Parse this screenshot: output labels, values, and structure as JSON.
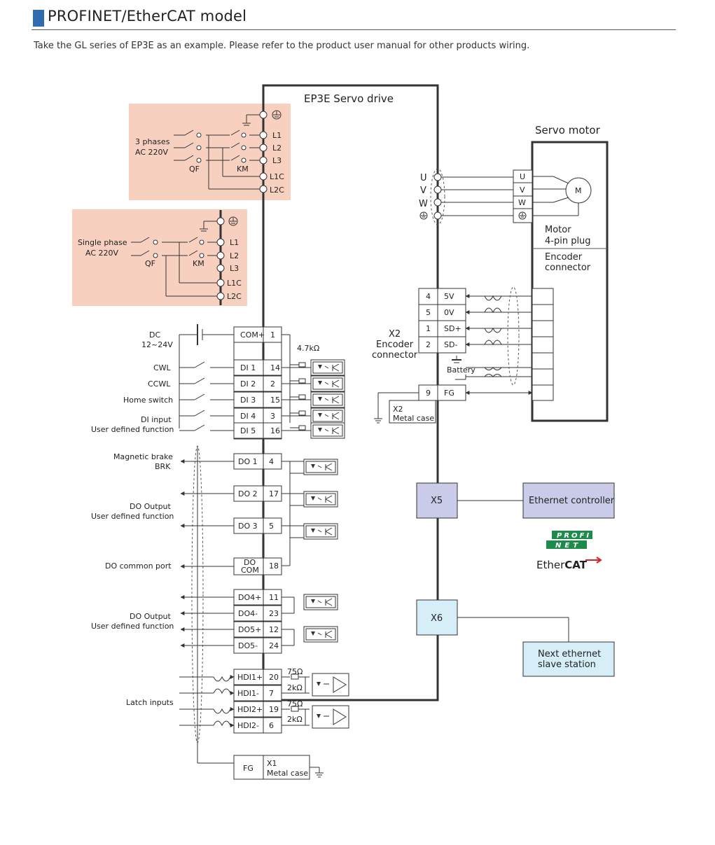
{
  "header": {
    "title": "PROFINET/EtherCAT model",
    "subtitle": "Take the GL series of EP3E as an example. Please refer to the product user manual for other products wiring."
  },
  "colors": {
    "accent": "#2f6db0",
    "power_box": "#f7d0c0",
    "x5_box": "#c9cbe8",
    "x6_box": "#d6eef8"
  },
  "drive": {
    "title": "EP3E Servo drive"
  },
  "motor": {
    "title": "Servo motor",
    "plug_line1": "Motor",
    "plug_line2": "4-pin plug",
    "enc_line1": "Encoder",
    "enc_line2": "connector",
    "m_symbol": "M"
  },
  "power3": {
    "label_line1": "3 phases",
    "label_line2": "AC 220V",
    "qf": "QF",
    "km": "KM",
    "terminals": [
      "L1",
      "L2",
      "L3",
      "L1C",
      "L2C"
    ]
  },
  "power1": {
    "label_line1": "Single phase",
    "label_line2": "AC 220V",
    "qf": "QF",
    "km": "KM",
    "terminals": [
      "L1",
      "L2",
      "L3",
      "L1C",
      "L2C"
    ]
  },
  "uvw": {
    "drive_labels": [
      "U",
      "V",
      "W"
    ],
    "motor_labels": [
      "U",
      "V",
      "W"
    ]
  },
  "x2": {
    "label_line1": "X2",
    "label_line2": "Encoder",
    "label_line3": "connector",
    "pins": [
      {
        "num": "4",
        "name": "5V"
      },
      {
        "num": "5",
        "name": "0V"
      },
      {
        "num": "1",
        "name": "SD+"
      },
      {
        "num": "2",
        "name": "SD-"
      }
    ],
    "battery": "Battery",
    "fg_num": "9",
    "fg_name": "FG",
    "case_line1": "X2",
    "case_line2": "Metal case"
  },
  "dc": {
    "line1": "DC",
    "line2": "12~24V",
    "resistor": "4.7kΩ"
  },
  "di_labels": {
    "cwl": "CWL",
    "ccwl": "CCWL",
    "home": "Home switch",
    "di_input": "DI input",
    "user_def": "User defined function"
  },
  "di_pins": [
    {
      "name": "COM+",
      "num": "1"
    },
    {
      "name": "DI 1",
      "num": "14"
    },
    {
      "name": "DI 2",
      "num": "2"
    },
    {
      "name": "DI 3",
      "num": "15"
    },
    {
      "name": "DI 4",
      "num": "3"
    },
    {
      "name": "DI 5",
      "num": "16"
    }
  ],
  "do_labels": {
    "brake_line1": "Magnetic brake",
    "brake_line2": "BRK",
    "do_out": "DO Output",
    "user_def": "User defined function",
    "do_common": "DO common port",
    "do_out2": "DO Output",
    "user_def2": "User defined function"
  },
  "do_pins": [
    {
      "name": "DO 1",
      "num": "4"
    },
    {
      "name": "DO 2",
      "num": "17"
    },
    {
      "name": "DO 3",
      "num": "5"
    },
    {
      "name_line1": "DO",
      "name_line2": "COM",
      "num": "18"
    },
    {
      "name": "DO4+",
      "num": "11"
    },
    {
      "name": "DO4-",
      "num": "23"
    },
    {
      "name": "DO5+",
      "num": "12"
    },
    {
      "name": "DO5-",
      "num": "24"
    }
  ],
  "latch": {
    "label": "Latch inputs",
    "pins": [
      {
        "name": "HDI1+",
        "num": "20"
      },
      {
        "name": "HDI1-",
        "num": "7"
      },
      {
        "name": "HDI2+",
        "num": "19"
      },
      {
        "name": "HDI2-",
        "num": "6"
      }
    ],
    "r75": "75Ω",
    "r2k": "2kΩ"
  },
  "x1": {
    "fg": "FG",
    "line1": "X1",
    "line2": "Metal case"
  },
  "network": {
    "x5": "X5",
    "x6": "X6",
    "controller": "Ethernet controller",
    "next_line1": "Next ethernet",
    "next_line2": "slave station",
    "profi_top": "PROFI",
    "profi_bottom": "NET",
    "ethercat_a": "Ether",
    "ethercat_b": "CAT"
  }
}
